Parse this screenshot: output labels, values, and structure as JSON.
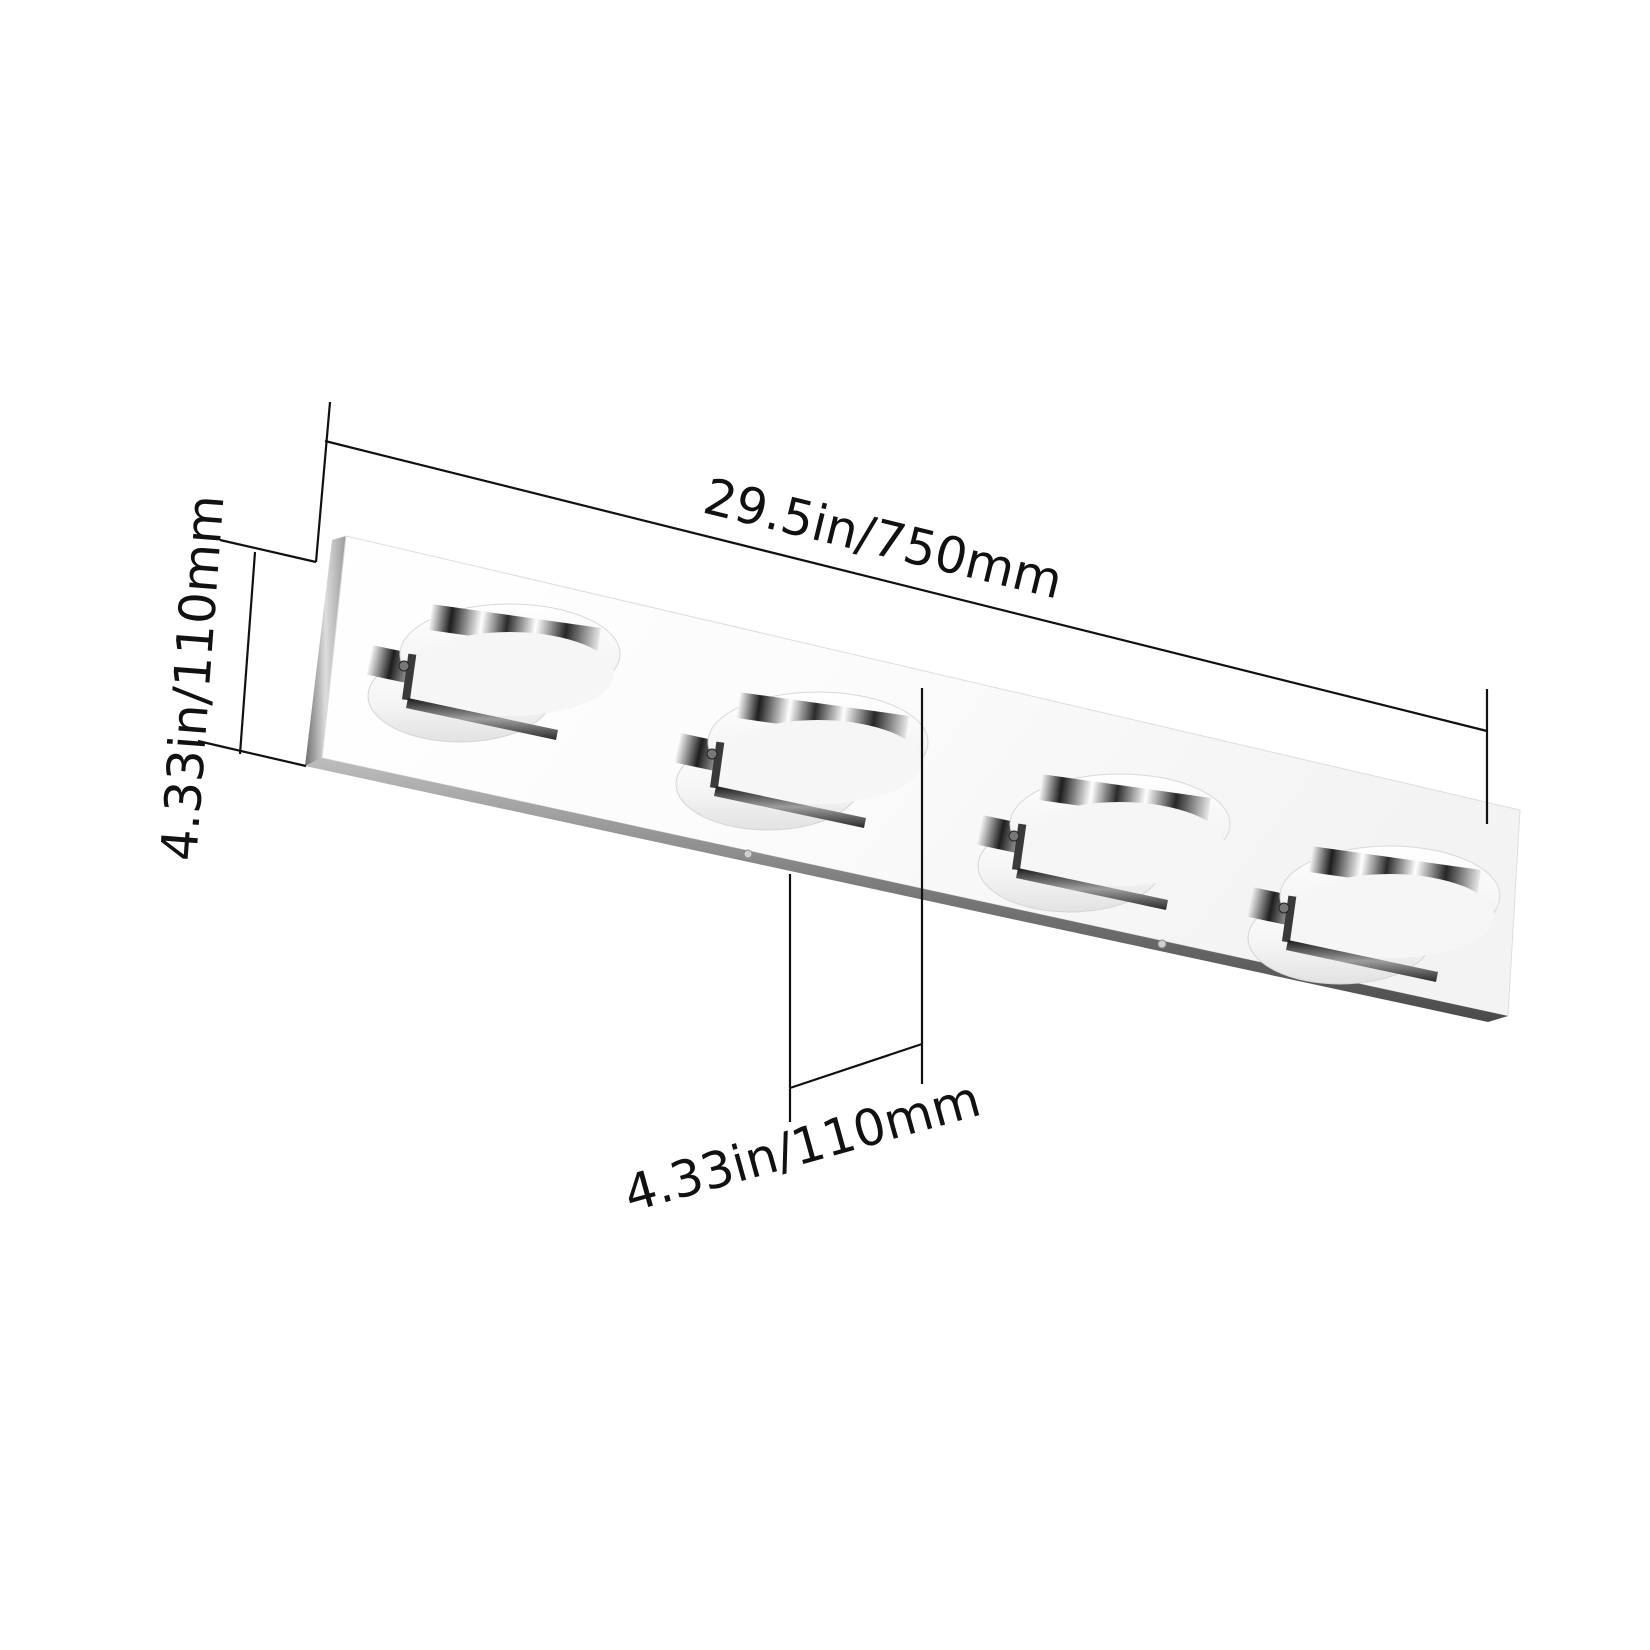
{
  "dimensions": {
    "length_label": "29.5in/750mm",
    "height_label": "4.33in/110mm",
    "depth_label": "4.33in/110mm"
  },
  "product": {
    "light_count": 4
  },
  "colors": {
    "line": "#111111",
    "chrome_dark": "#2a2a2a",
    "chrome_light": "#f2f2f2",
    "shade": "#f7f7f7",
    "background": "#ffffff"
  }
}
